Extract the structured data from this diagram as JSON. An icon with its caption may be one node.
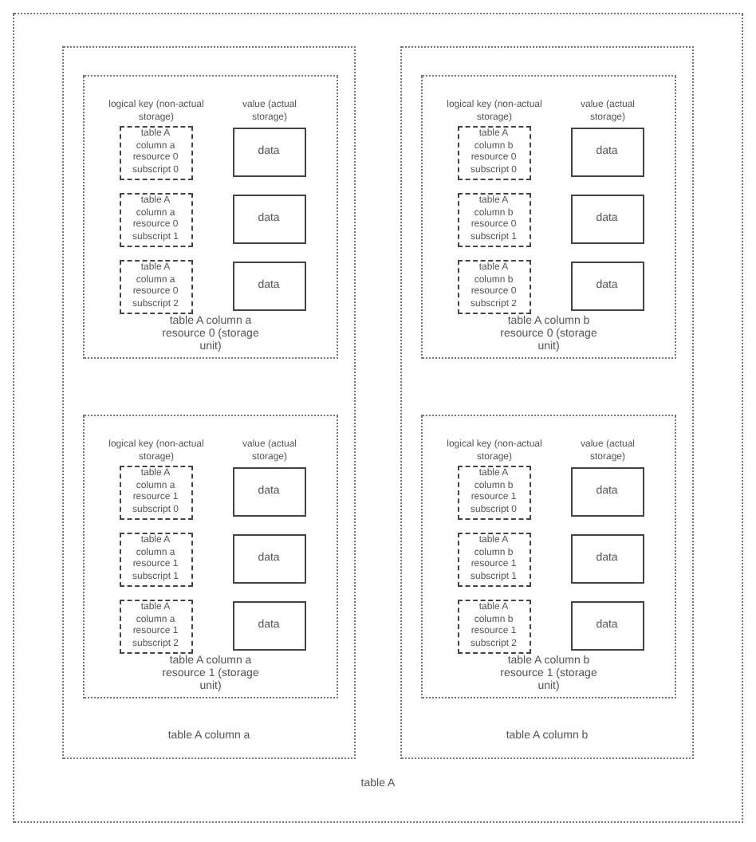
{
  "diagram": {
    "nodes": [
      {
        "text": [
          "table A"
        ]
      },
      {
        "text": [
          "table A column a"
        ],
        "in": 0
      },
      {
        "text": [
          "logical key (non-actual storage)",
          "value (actual storage)",
          "table A column a resource 0 (storage unit)"
        ],
        "in": 1
      },
      {
        "text": [
          "table A column a resource 0 subscript 0"
        ],
        "in": 2
      },
      {
        "text": [
          "data"
        ],
        "in": 2
      },
      {
        "text": [
          "table A column a resource 0 subscript 1"
        ],
        "in": 2
      },
      {
        "text": [
          "data"
        ],
        "in": 2
      },
      {
        "text": [
          "table A column a resource 0 subscript 2"
        ],
        "in": 2
      },
      {
        "text": [
          "data"
        ],
        "in": 2
      },
      {
        "text": [
          "logical key (non-actual storage)",
          "value (actual storage)",
          "table A column a resource 1 (storage unit)"
        ],
        "in": 1
      },
      {
        "text": [
          "table A column a resource 1 subscript 0"
        ],
        "in": 9
      },
      {
        "text": [
          "data"
        ],
        "in": 9
      },
      {
        "text": [
          "table A column a resource 1 subscript 1"
        ],
        "in": 9
      },
      {
        "text": [
          "data"
        ],
        "in": 9
      },
      {
        "text": [
          "table A column a resource 1 subscript 2"
        ],
        "in": 9
      },
      {
        "text": [
          "data"
        ],
        "in": 9
      },
      {
        "text": [
          "table A column b"
        ],
        "in": 0
      },
      {
        "text": [
          "logical key (non-actual storage)",
          "value (actual storage)",
          "table A column b resource 0 (storage unit)"
        ],
        "in": 16
      },
      {
        "text": [
          "table A column b resource 0 subscript 0"
        ],
        "in": 17
      },
      {
        "text": [
          "data"
        ],
        "in": 17
      },
      {
        "text": [
          "table A column b resource 0 subscript 1"
        ],
        "in": 17
      },
      {
        "text": [
          "data"
        ],
        "in": 17
      },
      {
        "text": [
          "table A column b resource 0 subscript 2"
        ],
        "in": 17
      },
      {
        "text": [
          "data"
        ],
        "in": 17
      },
      {
        "text": [
          "logical key (non-actual storage)",
          "value (actual storage)",
          "table A column b resource 1 (storage unit)"
        ],
        "in": 16
      },
      {
        "text": [
          "table A column b resource 1 subscript 0"
        ],
        "in": 24
      },
      {
        "text": [
          "data"
        ],
        "in": 24
      },
      {
        "text": [
          "table A column b resource 1 subscript 1"
        ],
        "in": 24
      },
      {
        "text": [
          "data"
        ],
        "in": 24
      },
      {
        "text": [
          "table A column b resource 1 subscript 2"
        ],
        "in": 24
      },
      {
        "text": [
          "data"
        ],
        "in": 24
      }
    ]
  }
}
